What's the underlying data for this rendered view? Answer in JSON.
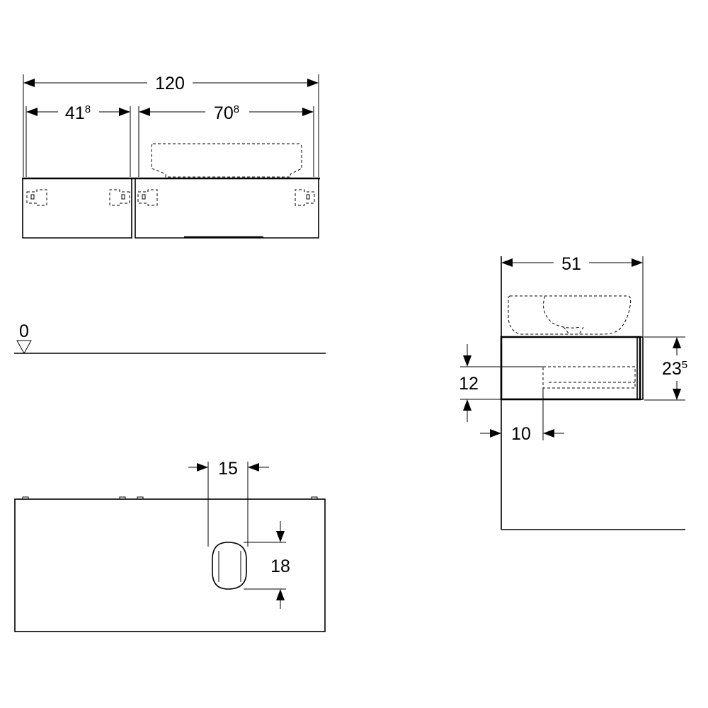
{
  "dimensions": {
    "total_width": {
      "main": "120",
      "sup": ""
    },
    "left_unit_width": {
      "main": "41",
      "sup": "8"
    },
    "right_unit_width": {
      "main": "70",
      "sup": "8"
    },
    "depth": {
      "main": "51",
      "sup": ""
    },
    "height": {
      "main": "23",
      "sup": "5"
    },
    "drawer_offset_height": {
      "main": "12",
      "sup": ""
    },
    "drawer_offset_depth": {
      "main": "10",
      "sup": ""
    },
    "siphon_width": {
      "main": "15",
      "sup": ""
    },
    "siphon_height": {
      "main": "18",
      "sup": ""
    }
  },
  "floor_level": "0"
}
